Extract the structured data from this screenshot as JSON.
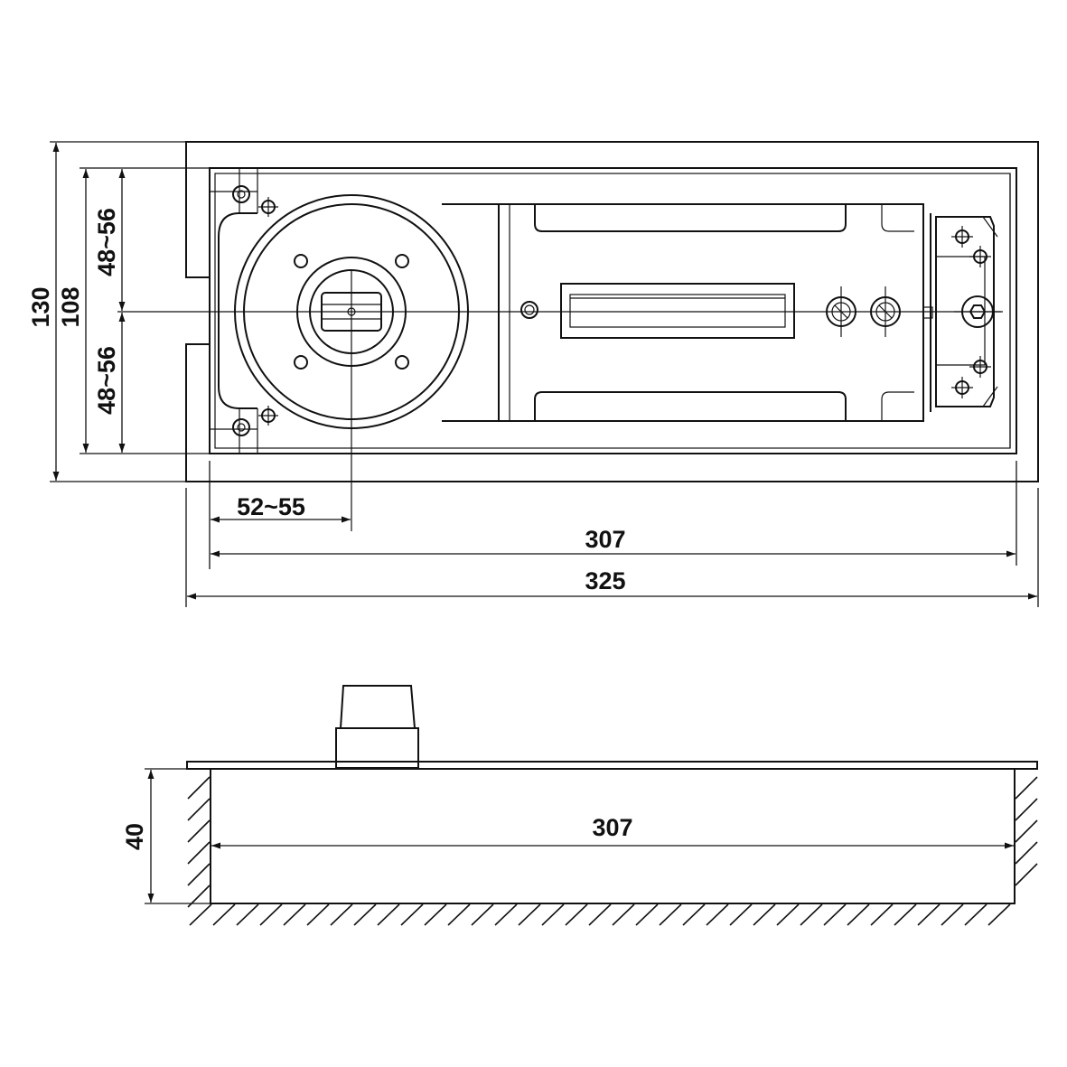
{
  "top_view": {
    "dimensions": {
      "overall_height": "130",
      "inner_height": "108",
      "upper_offset": "48~56",
      "lower_offset": "48~56",
      "axis_offset": "52~55",
      "inner_length": "307",
      "overall_length": "325"
    }
  },
  "side_view": {
    "dimensions": {
      "depth": "40",
      "body_length": "307"
    }
  }
}
